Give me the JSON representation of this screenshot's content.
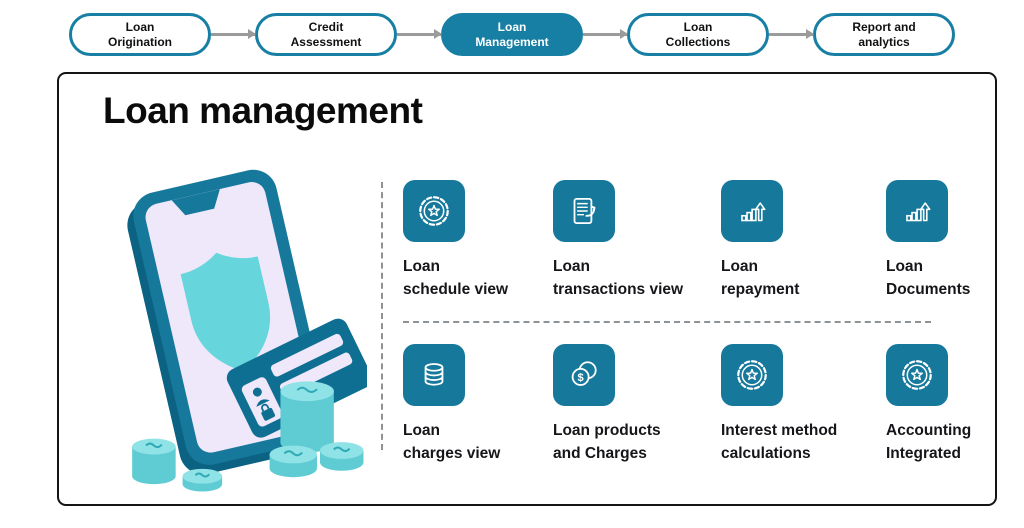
{
  "colors": {
    "accent": "#16799C",
    "accent_bright": "#177FA3",
    "light_teal": "#66D6DC",
    "lavender": "#EFE7FA",
    "panel_border": "#141414",
    "arrow_gray": "#9B9B9B",
    "dash_gray": "#8D9296"
  },
  "flow": {
    "stages": [
      {
        "line1": "Loan",
        "line2": "Origination",
        "active": false
      },
      {
        "line1": "Credit",
        "line2": "Assessment",
        "active": false
      },
      {
        "line1": "Loan",
        "line2": "Management",
        "active": true
      },
      {
        "line1": "Loan",
        "line2": "Collections",
        "active": false
      },
      {
        "line1": "Report and",
        "line2": "analytics",
        "active": false
      }
    ]
  },
  "panel": {
    "title": "Loan management"
  },
  "features": [
    {
      "line1": "Loan",
      "line2": "schedule view",
      "icon": "badge-star"
    },
    {
      "line1": "Loan",
      "line2": "transactions view",
      "icon": "document-arrow"
    },
    {
      "line1": "Loan",
      "line2": "repayment",
      "icon": "chart-growth"
    },
    {
      "line1": "Loan",
      "line2": "Documents",
      "icon": "chart-growth"
    },
    {
      "line1": "Loan",
      "line2": "charges view",
      "icon": "coin-stack"
    },
    {
      "line1": "Loan products",
      "line2": "and Charges",
      "icon": "coins-dollar"
    },
    {
      "line1": "Interest method",
      "line2": "calculations",
      "icon": "badge-star"
    },
    {
      "line1": "Accounting",
      "line2": "Integrated",
      "icon": "badge-star"
    }
  ]
}
